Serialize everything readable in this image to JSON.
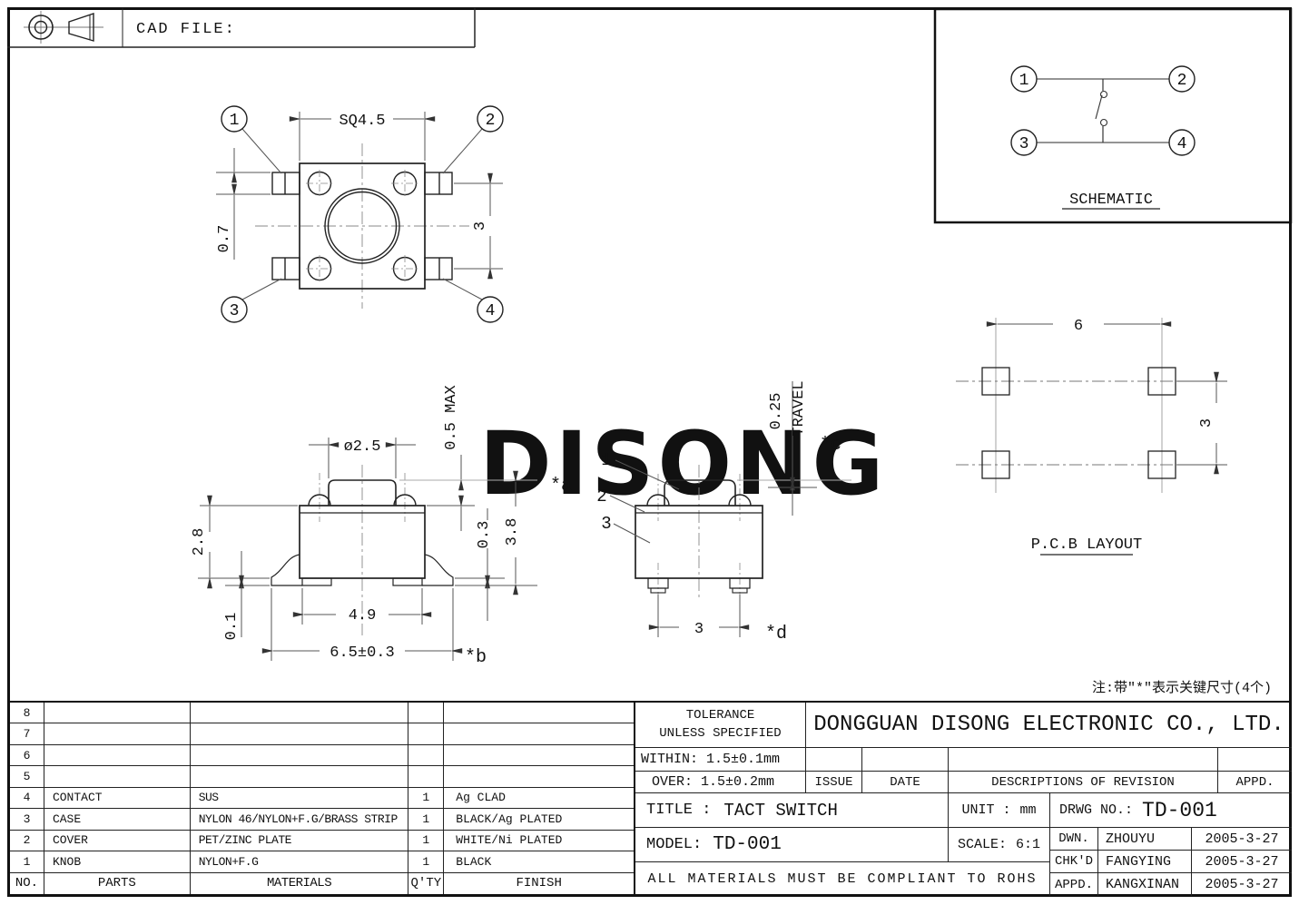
{
  "sheet": {
    "watermark": "DISONG",
    "note": "注:带\"*\"表示关键尺寸(4个)"
  },
  "cad_block": {
    "label": "CAD FILE:"
  },
  "schematic": {
    "title": "SCHEMATIC",
    "pins": [
      "1",
      "2",
      "3",
      "4"
    ]
  },
  "top_view": {
    "pins": [
      "1",
      "2",
      "3",
      "4"
    ],
    "dim_square": "SQ4.5",
    "dim_pin_width": "0.7",
    "dim_pin_pitch": "3"
  },
  "front_view": {
    "dim_knob_dia": "ø2.5",
    "dim_knob_height": "0.5 MAX",
    "dim_body_height": "2.8",
    "dim_lead_thickness": "0.1",
    "dim_base_width": "4.9",
    "dim_overall_width": "6.5±0.3",
    "dim_standoff": "0.3",
    "dim_total_height": "3.8",
    "key_a": "*a",
    "key_b": "*b"
  },
  "side_view": {
    "part_refs": [
      "1",
      "2",
      "3"
    ],
    "dim_travel": "0.25",
    "travel_label": "TRAVEL",
    "key_c": "*c",
    "dim_pin_pitch": "3",
    "key_d": "*d"
  },
  "pcb_layout": {
    "title": "P.C.B LAYOUT",
    "dim_width": "6",
    "dim_height": "3"
  },
  "parts_table": {
    "headers": {
      "no": "NO.",
      "parts": "PARTS",
      "materials": "MATERIALS",
      "qty": "Q'TY",
      "finish": "FINISH"
    },
    "rows": [
      {
        "no": "8",
        "parts": "",
        "materials": "",
        "qty": "",
        "finish": ""
      },
      {
        "no": "7",
        "parts": "",
        "materials": "",
        "qty": "",
        "finish": ""
      },
      {
        "no": "6",
        "parts": "",
        "materials": "",
        "qty": "",
        "finish": ""
      },
      {
        "no": "5",
        "parts": "",
        "materials": "",
        "qty": "",
        "finish": ""
      },
      {
        "no": "4",
        "parts": "CONTACT",
        "materials": "SUS",
        "qty": "1",
        "finish": "Ag CLAD"
      },
      {
        "no": "3",
        "parts": "CASE",
        "materials": "NYLON 46/NYLON+F.G/BRASS STRIP",
        "qty": "1",
        "finish": "BLACK/Ag PLATED"
      },
      {
        "no": "2",
        "parts": "COVER",
        "materials": "PET/ZINC PLATE",
        "qty": "1",
        "finish": "WHITE/Ni PLATED"
      },
      {
        "no": "1",
        "parts": "KNOB",
        "materials": "NYLON+F.G",
        "qty": "1",
        "finish": "BLACK"
      }
    ]
  },
  "title_block": {
    "tolerance_title": "TOLERANCE",
    "tolerance_sub": "UNLESS  SPECIFIED",
    "within": "WITHIN: 1.5±0.1mm",
    "over": "OVER: 1.5±0.2mm",
    "company": "DONGGUAN DISONG ELECTRONIC CO., LTD.",
    "issue": "ISSUE",
    "date": "DATE",
    "descriptions": "DESCRIPTIONS OF REVISION",
    "appd": "APPD.",
    "title_label": "TITLE :",
    "title_value": "TACT SWITCH",
    "unit_label": "UNIT :",
    "unit_value": "mm",
    "drwg_label": "DRWG NO.:",
    "drwg_value": "TD-001",
    "model_label": "MODEL:",
    "model_value": "TD-001",
    "scale_label": "SCALE:",
    "scale_value": "6:1",
    "rohs": "ALL MATERIALS MUST BE COMPLIANT TO ROHS",
    "signs": [
      {
        "role": "DWN.",
        "name": "ZHOUYU",
        "date": "2005-3-27"
      },
      {
        "role": "CHK'D",
        "name": "FANGYING",
        "date": "2005-3-27"
      },
      {
        "role": "APPD.",
        "name": "KANGXINAN",
        "date": "2005-3-27"
      }
    ]
  }
}
